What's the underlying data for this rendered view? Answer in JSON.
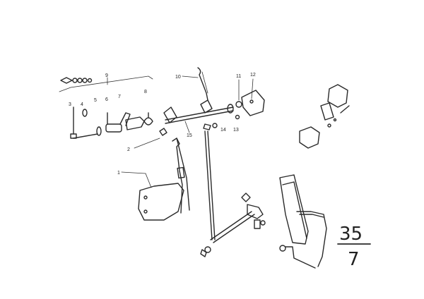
{
  "callouts": [
    {
      "id": "c1",
      "text": "1"
    },
    {
      "id": "c2",
      "text": "2"
    },
    {
      "id": "c3",
      "text": "3"
    },
    {
      "id": "c4",
      "text": "4"
    },
    {
      "id": "c5",
      "text": "5"
    },
    {
      "id": "c6",
      "text": "6"
    },
    {
      "id": "c7",
      "text": "7"
    },
    {
      "id": "c8",
      "text": "8"
    },
    {
      "id": "c9",
      "text": "9"
    },
    {
      "id": "c10",
      "text": "10"
    },
    {
      "id": "c11",
      "text": "11"
    },
    {
      "id": "c12",
      "text": "12"
    },
    {
      "id": "c13",
      "text": "13"
    },
    {
      "id": "c14",
      "text": "14"
    },
    {
      "id": "c15",
      "text": "15"
    }
  ],
  "page_ref": {
    "top": "35",
    "bottom": "7"
  }
}
